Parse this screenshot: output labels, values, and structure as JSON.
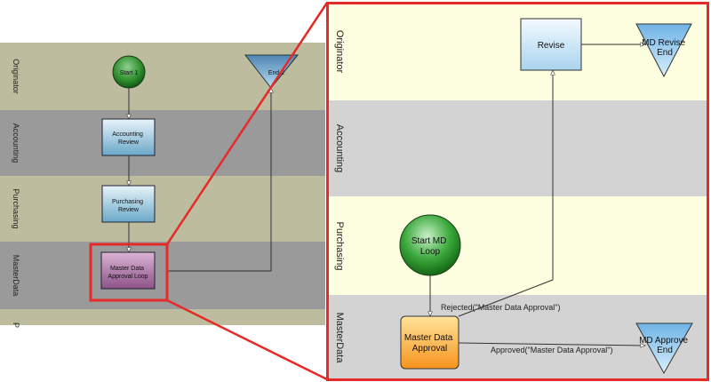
{
  "left_diagram": {
    "lanes": [
      {
        "label": "Originator",
        "color": "#bdbc9f"
      },
      {
        "label": "Accounting",
        "color": "#9a9a9a"
      },
      {
        "label": "Purchasing",
        "color": "#bdbc9f"
      },
      {
        "label": "MasterData",
        "color": "#9a9a9a"
      },
      {
        "label": "P",
        "color": "#bdbc9f"
      }
    ],
    "nodes": {
      "start": {
        "label": "Start 1"
      },
      "end": {
        "label": "End 2"
      },
      "accounting_review": {
        "lines": [
          "Accounting",
          "Review"
        ]
      },
      "purchasing_review": {
        "lines": [
          "Purchasing",
          "Review"
        ]
      },
      "master_data_loop": {
        "lines": [
          "Master Data",
          "Approval Loop"
        ]
      }
    }
  },
  "zoom_panel": {
    "lanes": [
      {
        "label": "Originator",
        "color": "#fefee1"
      },
      {
        "label": "Accounting",
        "color": "#d3d3d3"
      },
      {
        "label": "Purchasing",
        "color": "#fefee1"
      },
      {
        "label": "MasterData",
        "color": "#d3d3d3"
      }
    ],
    "nodes": {
      "revise": {
        "label": "Revise"
      },
      "md_revise_end": {
        "lines": [
          "MD Revise",
          "End"
        ]
      },
      "start_md_loop": {
        "lines": [
          "Start MD",
          "Loop"
        ]
      },
      "master_data_approval": {
        "lines": [
          "Master Data",
          "Approval"
        ]
      },
      "md_approve_end": {
        "lines": [
          "MD Approve",
          "End"
        ]
      }
    },
    "edges": {
      "rejected": "Rejected(\"Master Data Approval\")",
      "approved": "Approved(\"Master Data Approval\")"
    }
  },
  "colors": {
    "highlight": "#e52a2a",
    "task_blue": "#9ecae0",
    "task_purple": "#a56aa0",
    "start_green": "#1f8a1f",
    "end_blue": "#6fa6cc",
    "task_orange": "#f7a21e"
  }
}
